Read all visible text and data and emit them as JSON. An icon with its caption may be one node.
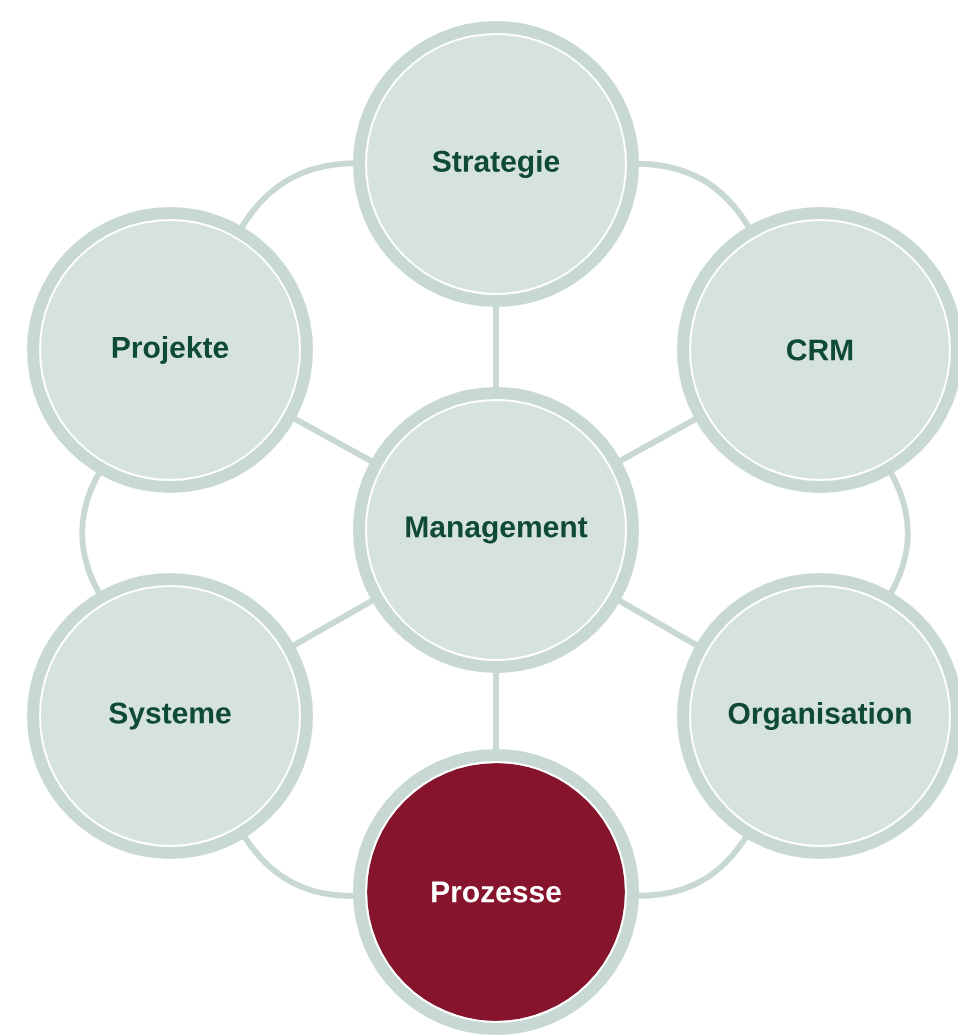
{
  "diagram": {
    "nodes": [
      {
        "text": [
          "Strategie"
        ]
      },
      {
        "text": [
          "Projekte"
        ]
      },
      {
        "text": [
          "CRM"
        ]
      },
      {
        "text": [
          "Management"
        ]
      },
      {
        "text": [
          "Systeme"
        ]
      },
      {
        "text": [
          "Organisation"
        ]
      },
      {
        "text": [
          "Prozesse"
        ]
      }
    ],
    "edges": [
      {
        "from": 0,
        "to": 2,
        "arrow": "none"
      },
      {
        "from": 2,
        "to": 5,
        "arrow": "none"
      },
      {
        "from": 5,
        "to": 6,
        "arrow": "none"
      },
      {
        "from": 6,
        "to": 4,
        "arrow": "none"
      },
      {
        "from": 4,
        "to": 1,
        "arrow": "none"
      },
      {
        "from": 1,
        "to": 0,
        "arrow": "none"
      },
      {
        "from": 3,
        "to": 0,
        "arrow": "none"
      },
      {
        "from": 3,
        "to": 2,
        "arrow": "none"
      },
      {
        "from": 3,
        "to": 5,
        "arrow": "none"
      },
      {
        "from": 3,
        "to": 6,
        "arrow": "none"
      },
      {
        "from": 3,
        "to": 4,
        "arrow": "none"
      },
      {
        "from": 3,
        "to": 1,
        "arrow": "none"
      }
    ]
  }
}
